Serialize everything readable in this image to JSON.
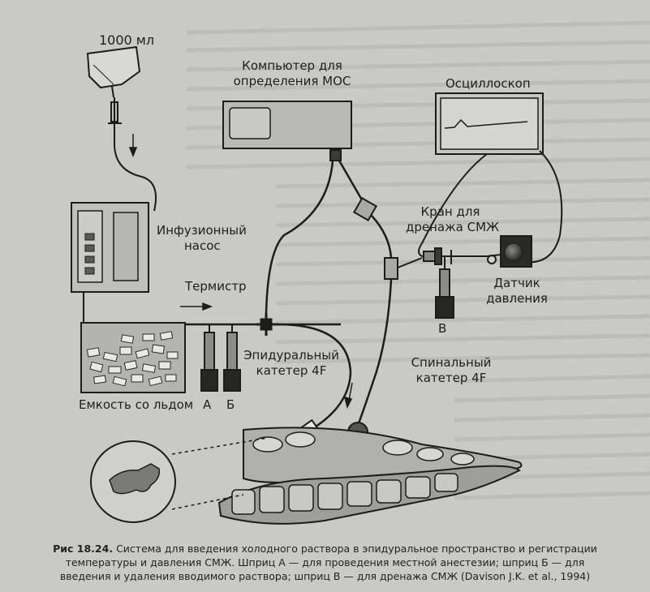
{
  "labels": {
    "iv_bag": "1000 мл",
    "computer": [
      "Компьютер для",
      "определения МОС"
    ],
    "oscilloscope": "Осциллоскоп",
    "infusion_pump": [
      "Инфузионный",
      "насос"
    ],
    "drain_valve": [
      "Кран для",
      "дренажа СМЖ"
    ],
    "thermistor": "Термистр",
    "pressure_sensor": [
      "Датчик",
      "давления"
    ],
    "syringe_v": "В",
    "epidural_catheter": [
      "Эпидуральный",
      "катетер 4F"
    ],
    "spinal_catheter": [
      "Спинальный",
      "катетер 4F"
    ],
    "ice_container": "Емкость со льдом",
    "syringe_a": "А",
    "syringe_b": "Б"
  },
  "caption": {
    "figure": "Рис 18.24.",
    "lines": [
      "Система для введения холодного раствора в эпидуральное пространство и регистрации",
      "температуры и давления СМЖ. Шприц А — для проведения местной анестезии; шприц Б — для",
      "введения и удаления вводимого раствора; шприц В — для дренажа СМЖ (Davison J.K. et al., 1994)"
    ]
  },
  "colors": {
    "page": "#c9cac6",
    "line": "#1c1c1c",
    "device_fill": "#bcbdb9"
  }
}
